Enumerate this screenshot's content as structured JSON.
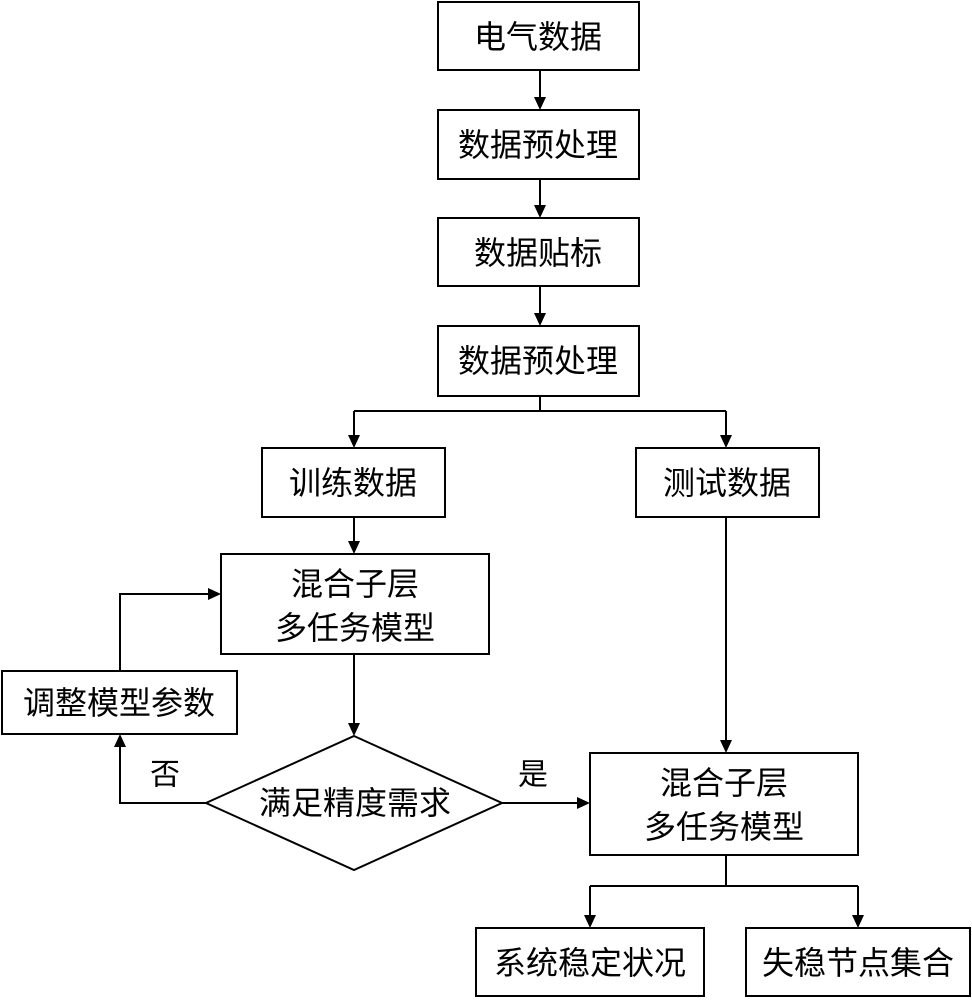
{
  "nodes": {
    "electrical_data": "电气数据",
    "preprocess_1": "数据预处理",
    "labeling": "数据贴标",
    "preprocess_2": "数据预处理",
    "train_data": "训练数据",
    "test_data": "测试数据",
    "model_train_line1": "混合子层",
    "model_train_line2": "多任务模型",
    "adjust_params": "调整模型参数",
    "accuracy_check": "满足精度需求",
    "model_test_line1": "混合子层",
    "model_test_line2": "多任务模型",
    "stability_status": "系统稳定状况",
    "unstable_nodes": "失稳节点集合"
  },
  "edge_labels": {
    "no": "否",
    "yes": "是"
  },
  "colors": {
    "stroke": "#000000",
    "fill": "#ffffff"
  }
}
